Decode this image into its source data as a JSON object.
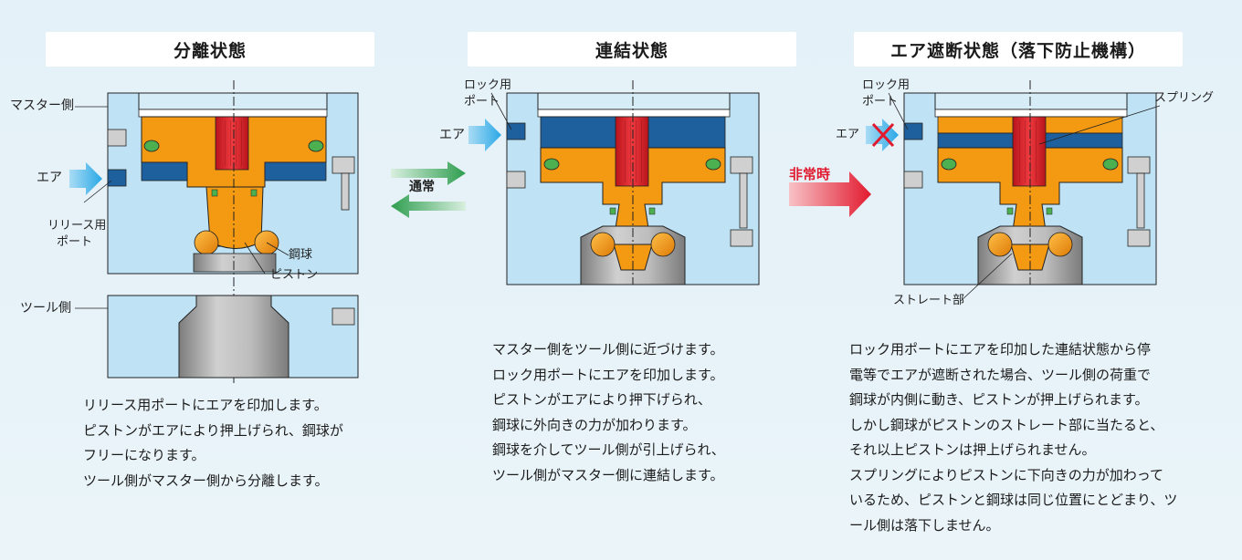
{
  "panels": {
    "separated": {
      "title": "分離状態",
      "master_side_label": "マスター側",
      "air_label": "エア",
      "release_port_label": [
        "リリース用",
        "ポート"
      ],
      "steel_ball_label": "鋼球",
      "piston_label": "ピストン",
      "tool_side_label": "ツール側",
      "description": [
        "リリース用ポートにエアを印加します。",
        "ピストンがエアにより押上げられ、鋼球が",
        "フリーになります。",
        "ツール側がマスター側から分離します。"
      ]
    },
    "connected": {
      "title": "連結状態",
      "lock_port_label": [
        "ロック用",
        "ポート"
      ],
      "air_label": "エア",
      "description": [
        "マスター側をツール側に近づけます。",
        "ロック用ポートにエアを印加します。",
        "ピストンがエアにより押下げられ、",
        "鋼球に外向きの力が加わります。",
        "鋼球を介してツール側が引上げられ、",
        "ツール側がマスター側に連結します。"
      ]
    },
    "air_cutoff": {
      "title": "エア遮断状態（落下防止機構）",
      "lock_port_label": [
        "ロック用",
        "ポート"
      ],
      "air_label": "エア",
      "spring_label": "スプリング",
      "straight_part_label": "ストレート部",
      "description": [
        "ロック用ポートにエアを印加した連結状態から停",
        "電等でエアが遮断された場合、ツール側の荷重で",
        "鋼球が内側に動き、ピストンが押上げられます。",
        "しかし鋼球がピストンのストレート部に当たると、",
        "それ以上ピストンは押上げられません。",
        "スプリングによりピストンに下向きの力が加わって",
        "いるため、ピストンと鋼球は同じ位置にとどまり、ツ",
        "ール側は落下しません。"
      ]
    }
  },
  "transitions": {
    "normal_label": "通常",
    "emergency_label": "非常時"
  },
  "colors": {
    "body_blue": "#bfe3f5",
    "piston_orange": "#f39a12",
    "red_core": "#e4262f",
    "dark_blue": "#1e5f9d",
    "air_arrow": "#3fb3ea",
    "seal_green": "#4caf50",
    "normal_arrow_green": "#2e9e4f",
    "emergency_red": "#e21a2f",
    "tool_gray": "#a8a8a8"
  }
}
